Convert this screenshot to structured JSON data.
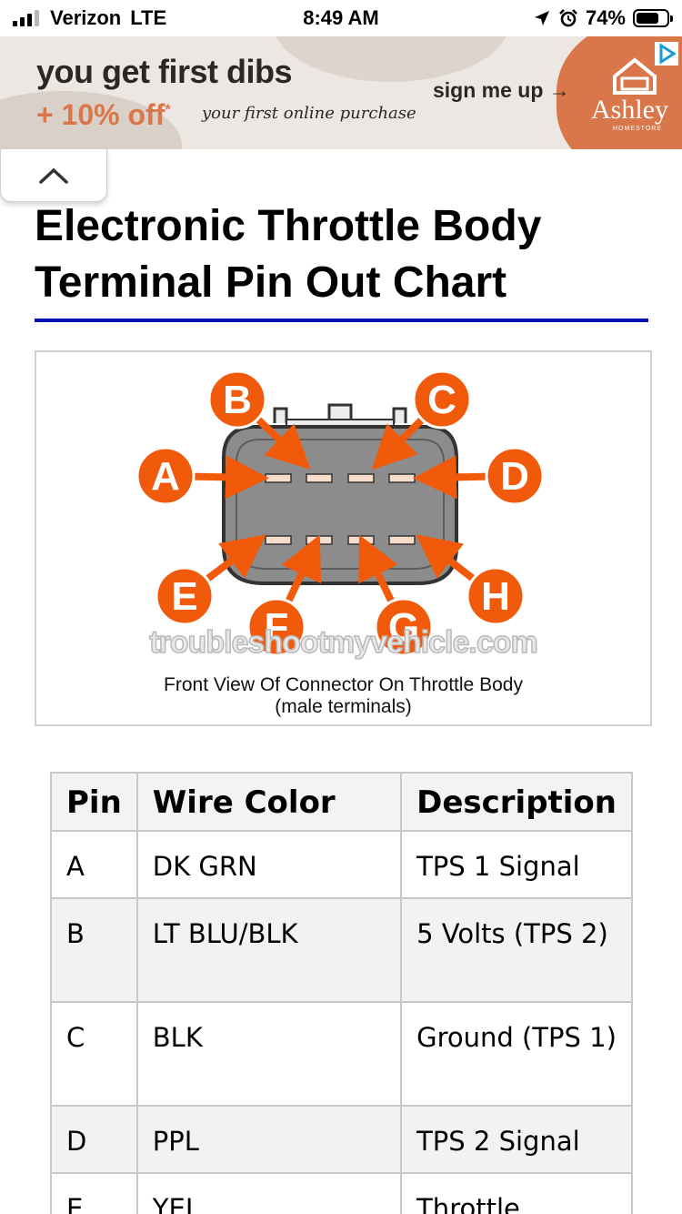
{
  "status_bar": {
    "carrier": "Verizon",
    "network": "LTE",
    "time": "8:49 AM",
    "battery_percent": "74%",
    "battery_level": 0.74,
    "icons": [
      "signal-icon",
      "location-icon",
      "alarm-icon",
      "battery-icon"
    ]
  },
  "ad": {
    "headline": "you get first dibs",
    "offer": "+ 10% off",
    "offer_asterisk": "*",
    "offer_sub": "your first online purchase",
    "cta": "sign me up →",
    "brand": "Ashley",
    "brand_sub": "HOMESTORE",
    "colors": {
      "accent": "#d9774a",
      "text": "#2d2723",
      "background": "#ece7e2"
    },
    "icons": [
      "house-logo-icon",
      "adchoices-icon"
    ]
  },
  "collapse_tab": {
    "icon": "chevron-up-icon"
  },
  "article": {
    "title": "Electronic Throttle Body Terminal Pin Out Chart",
    "rule_color": "#0a14b4"
  },
  "diagram": {
    "pins_top": [
      "A",
      "B",
      "C",
      "D"
    ],
    "pins_bottom": [
      "E",
      "F",
      "G",
      "H"
    ],
    "watermark": "troubleshootmyvehicle.com",
    "caption_line1": "Front View Of Connector On Throttle Body",
    "caption_line2": "(male terminals)",
    "colors": {
      "callout": "#f05a0a",
      "connector": "#8c8c8c",
      "terminal": "#f5dccb"
    }
  },
  "table": {
    "headers": [
      "Pin",
      "Wire Color",
      "Description"
    ],
    "rows": [
      {
        "pin": "A",
        "color": "DK GRN",
        "description": "TPS 1 Signal"
      },
      {
        "pin": "B",
        "color": "LT BLU/BLK",
        "description": "5 Volts (TPS 2)"
      },
      {
        "pin": "C",
        "color": "BLK",
        "description": "Ground (TPS 1)"
      },
      {
        "pin": "D",
        "color": "PPL",
        "description": "TPS 2 Signal"
      },
      {
        "pin": "E",
        "color": "YEL",
        "description": "Throttle"
      }
    ]
  }
}
